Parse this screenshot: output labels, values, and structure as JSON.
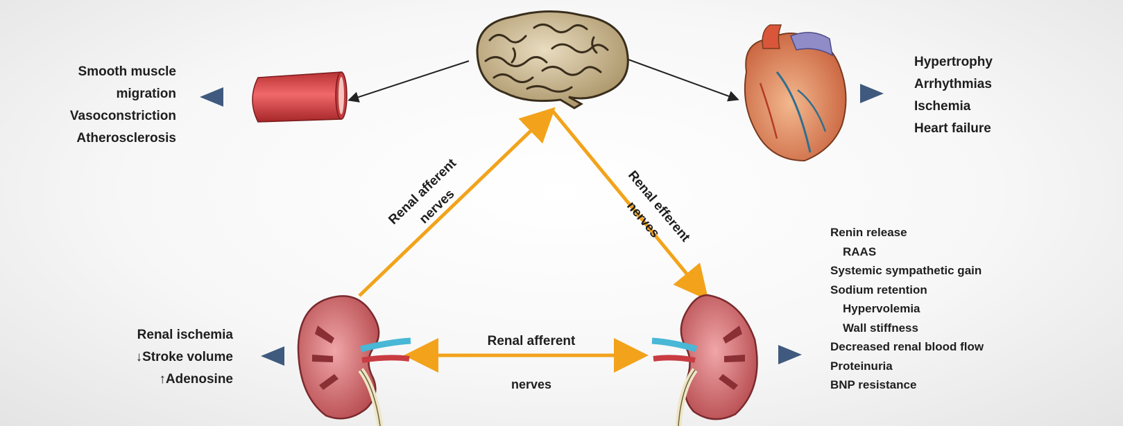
{
  "vessel_effects": [
    "Smooth muscle",
    "migration",
    "Vasoconstriction",
    "Atherosclerosis"
  ],
  "heart_effects": [
    "Hypertrophy",
    "Arrhythmias",
    "Ischemia",
    "Heart failure"
  ],
  "kidney_left_effects": [
    "Renal ischemia",
    "↓Stroke volume",
    "↑Adenosine"
  ],
  "kidney_right_effects": [
    {
      "text": "Renin release",
      "indent": false
    },
    {
      "text": "RAAS",
      "indent": true
    },
    {
      "text": "Systemic sympathetic gain",
      "indent": false
    },
    {
      "text": "Sodium retention",
      "indent": false
    },
    {
      "text": "Hypervolemia",
      "indent": true
    },
    {
      "text": "Wall stiffness",
      "indent": true
    },
    {
      "text": "Decreased renal blood flow",
      "indent": false
    },
    {
      "text": "Proteinuria",
      "indent": false
    },
    {
      "text": "BNP resistance",
      "indent": false
    }
  ],
  "nerve_labels": {
    "afferent_up": {
      "line1": "Renal afferent",
      "line2": "nerves"
    },
    "efferent_down": {
      "line1": "Renal efferent",
      "line2": "nerves"
    },
    "horizontal": {
      "line1": "Renal afferent",
      "line2": "nerves"
    }
  },
  "colors": {
    "nerve_arrow": "#f2a31b",
    "thin_arrow": "#222222",
    "pointer_triangle": "#3f5a7e",
    "vessel": "#e0474a",
    "kidney": "#d9777b",
    "heart": "#e9a278"
  }
}
